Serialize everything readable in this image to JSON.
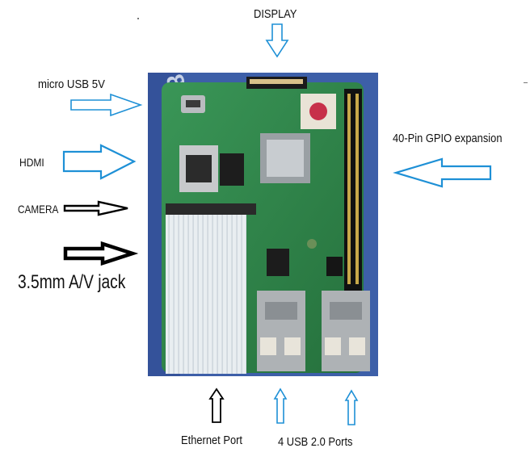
{
  "labels": {
    "display": "DISPLAY",
    "micro_usb": "micro USB 5V",
    "hdmi": "HDMI",
    "camera": "CAMERA",
    "av_jack": "3.5mm A/V jack",
    "gpio": "40-Pin GPIO expansion",
    "ethernet": "Ethernet Port",
    "usb_ports": "4 USB 2.0 Ports"
  },
  "colors": {
    "arrow_blue": "#1e90d6",
    "arrow_black": "#000000",
    "pcb_green": "#2f8a4a",
    "photo_blue": "#3d5fa8",
    "ribbon": "#e7ecef"
  }
}
